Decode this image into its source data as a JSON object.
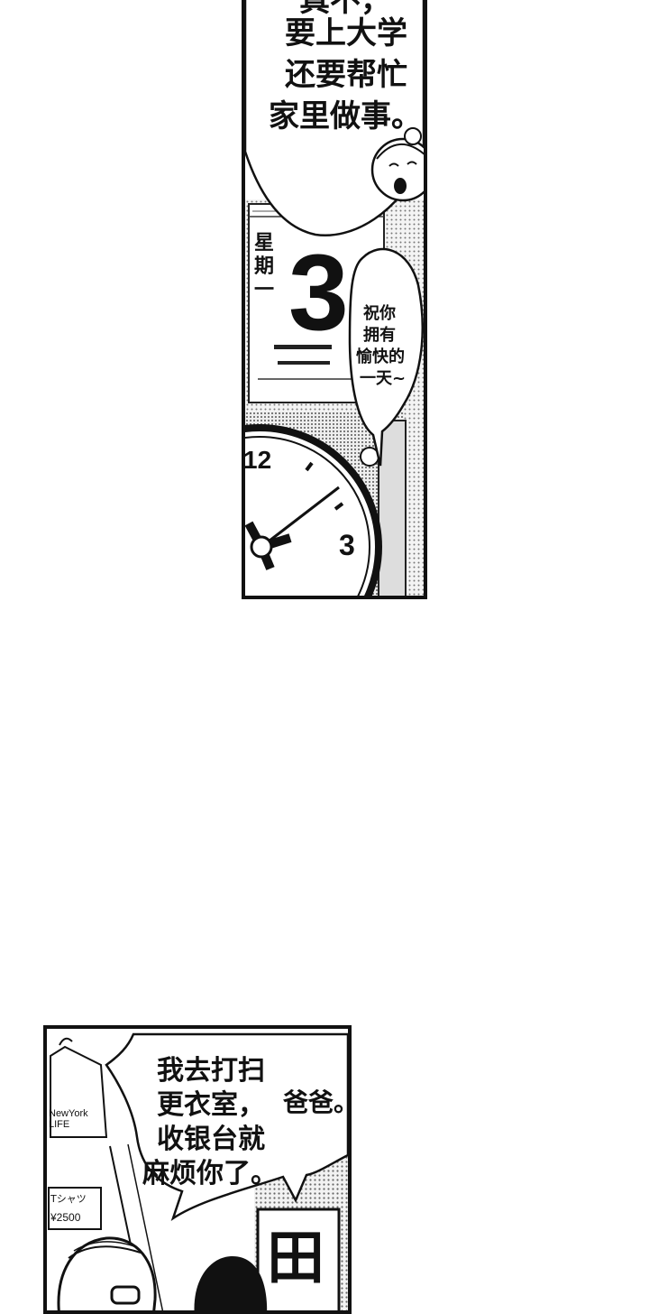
{
  "top_panel": {
    "narration_cut": "真不，",
    "narration_lines": [
      "要上大学",
      "还要帮忙",
      "家里做事。"
    ],
    "calendar": {
      "weekday_chars": [
        "星",
        "期",
        "一"
      ],
      "day_number": "3"
    },
    "speech_lines": [
      "祝你",
      "拥有",
      "愉快的",
      "一天~"
    ],
    "clock_numbers": {
      "twelve": "12",
      "three": "3"
    }
  },
  "bottom_panel": {
    "shirt_text_lines": [
      "NewYork",
      "LIFE"
    ],
    "price_tag_lines": [
      "Tシャツ",
      "¥2500"
    ],
    "speech_lines": [
      "我去打扫",
      "更衣室，",
      "收银台就",
      "麻烦你了。"
    ],
    "side_text": "爸爸。",
    "sign_text": "田"
  }
}
